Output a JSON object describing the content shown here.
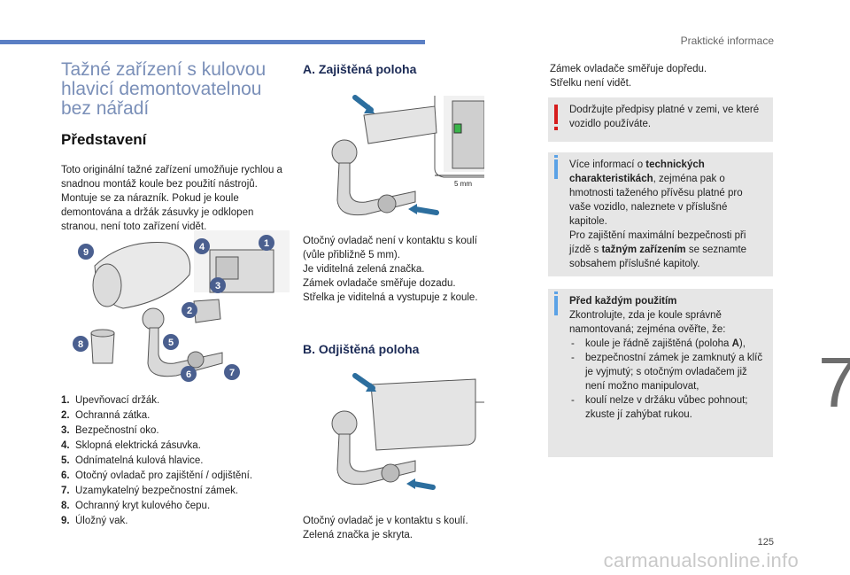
{
  "header": {
    "section": "Praktické informace"
  },
  "chapter": "7",
  "page_number": "125",
  "watermark": "carmanualsonline.info",
  "col1": {
    "title_line1": "Tažné zařízení s kulovou",
    "title_line2": "hlavicí demontovatelnou",
    "title_line3": "bez nářadí",
    "subtitle": "Představení",
    "intro": "Toto originální tažné zařízení umožňuje rychlou a snadnou montáž koule bez použití nástrojů. Montuje se za nárazník. Pokud je koule demontována a držák zásuvky je odklopen stranou, není toto zařízení vidět."
  },
  "callouts": [
    "1",
    "2",
    "3",
    "4",
    "5",
    "6",
    "7",
    "8",
    "9"
  ],
  "parts": [
    {
      "num": "1.",
      "label": "Upevňovací držák."
    },
    {
      "num": "2.",
      "label": "Ochranná zátka."
    },
    {
      "num": "3.",
      "label": "Bezpečnostní oko."
    },
    {
      "num": "4.",
      "label": "Sklopná elektrická zásuvka."
    },
    {
      "num": "5.",
      "label": "Odnímatelná kulová hlavice."
    },
    {
      "num": "6.",
      "label": "Otočný ovladač pro zajištění / odjištění."
    },
    {
      "num": "7.",
      "label": "Uzamykatelný bezpečnostní zámek."
    },
    {
      "num": "8.",
      "label": "Ochranný kryt kulového čepu."
    },
    {
      "num": "9.",
      "label": "Úložný vak."
    }
  ],
  "col2": {
    "title_a": "A. Zajištěná poloha",
    "dim_label": "5 mm",
    "text_a_1": "Otočný ovladač není v kontaktu s koulí",
    "text_a_2": "(vůle přibližně 5 mm).",
    "text_a_3": "Je viditelná zelená značka.",
    "text_a_4": "Zámek ovladače směřuje dozadu.",
    "text_a_5": "Střelka je viditelná a vystupuje z koule.",
    "title_b": "B. Odjištěná poloha",
    "text_b_1": "Otočný ovladač je v kontaktu s koulí.",
    "text_b_2": "Zelená značka je skryta."
  },
  "col3": {
    "top_1": "Zámek ovladače směřuje dopředu.",
    "top_2": "Střelku není vidět.",
    "warn": "Dodržujte předpisy platné v zemi, ve které vozidlo používáte.",
    "info1_pre": "Více informací o ",
    "info1_bold": "technických charakteristikách",
    "info1_post": ", zejména pak o hmotnosti taženého přívěsu platné pro vaše vozidlo, naleznete v příslušné kapitole.",
    "info1_b_pre": "Pro zajištění maximální bezpečnosti při jízdě s ",
    "info1_b_bold": "tažným zařízením",
    "info1_b_post": " se seznamte sobsahem příslušné kapitoly.",
    "info2_title": "Před každým použitím",
    "info2_intro": "Zkontrolujte, zda je koule správně namontovaná; zejména ověřte, že:",
    "info2_item1_pre": "koule je řádně zajištěná (poloha ",
    "info2_item1_bold": "A",
    "info2_item1_post": "),",
    "info2_item2": "bezpečnostní zámek je zamknutý a klíč je vyjmutý; s otočným ovladačem již není možno manipulovat,",
    "info2_item3": "koulí nelze v držáku vůbec pohnout; zkuste jí zahýbat rukou."
  },
  "colors": {
    "accent_blue": "#5b7fc4",
    "callout": "#4a5f8f",
    "warn": "#d61c1c",
    "info": "#5ba2e6",
    "arrow": "#2c6e9e"
  }
}
